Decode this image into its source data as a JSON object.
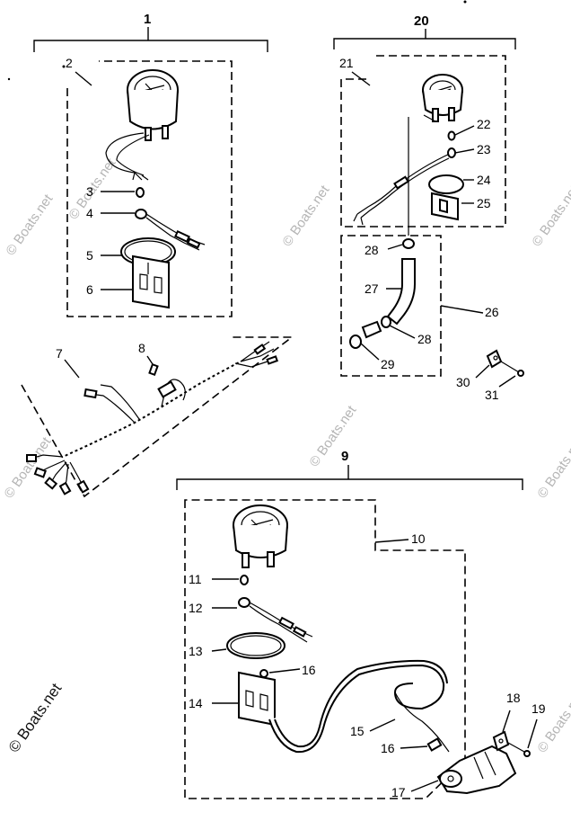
{
  "callouts": {
    "c1": "1",
    "c2": "2",
    "c3": "3",
    "c4": "4",
    "c5": "5",
    "c6": "6",
    "c7": "7",
    "c8": "8",
    "c9": "9",
    "c10": "10",
    "c11": "11",
    "c12": "12",
    "c13": "13",
    "c14": "14",
    "c15": "15",
    "c16a": "16",
    "c16b": "16",
    "c17": "17",
    "c18": "18",
    "c19": "19",
    "c20": "20",
    "c21": "21",
    "c22": "22",
    "c23": "23",
    "c24": "24",
    "c25": "25",
    "c26": "26",
    "c27": "27",
    "c28a": "28",
    "c28b": "28",
    "c29": "29",
    "c30": "30",
    "c31": "31"
  },
  "watermark": {
    "text": "© Boats.net",
    "text_dark": "© Boats.net"
  }
}
